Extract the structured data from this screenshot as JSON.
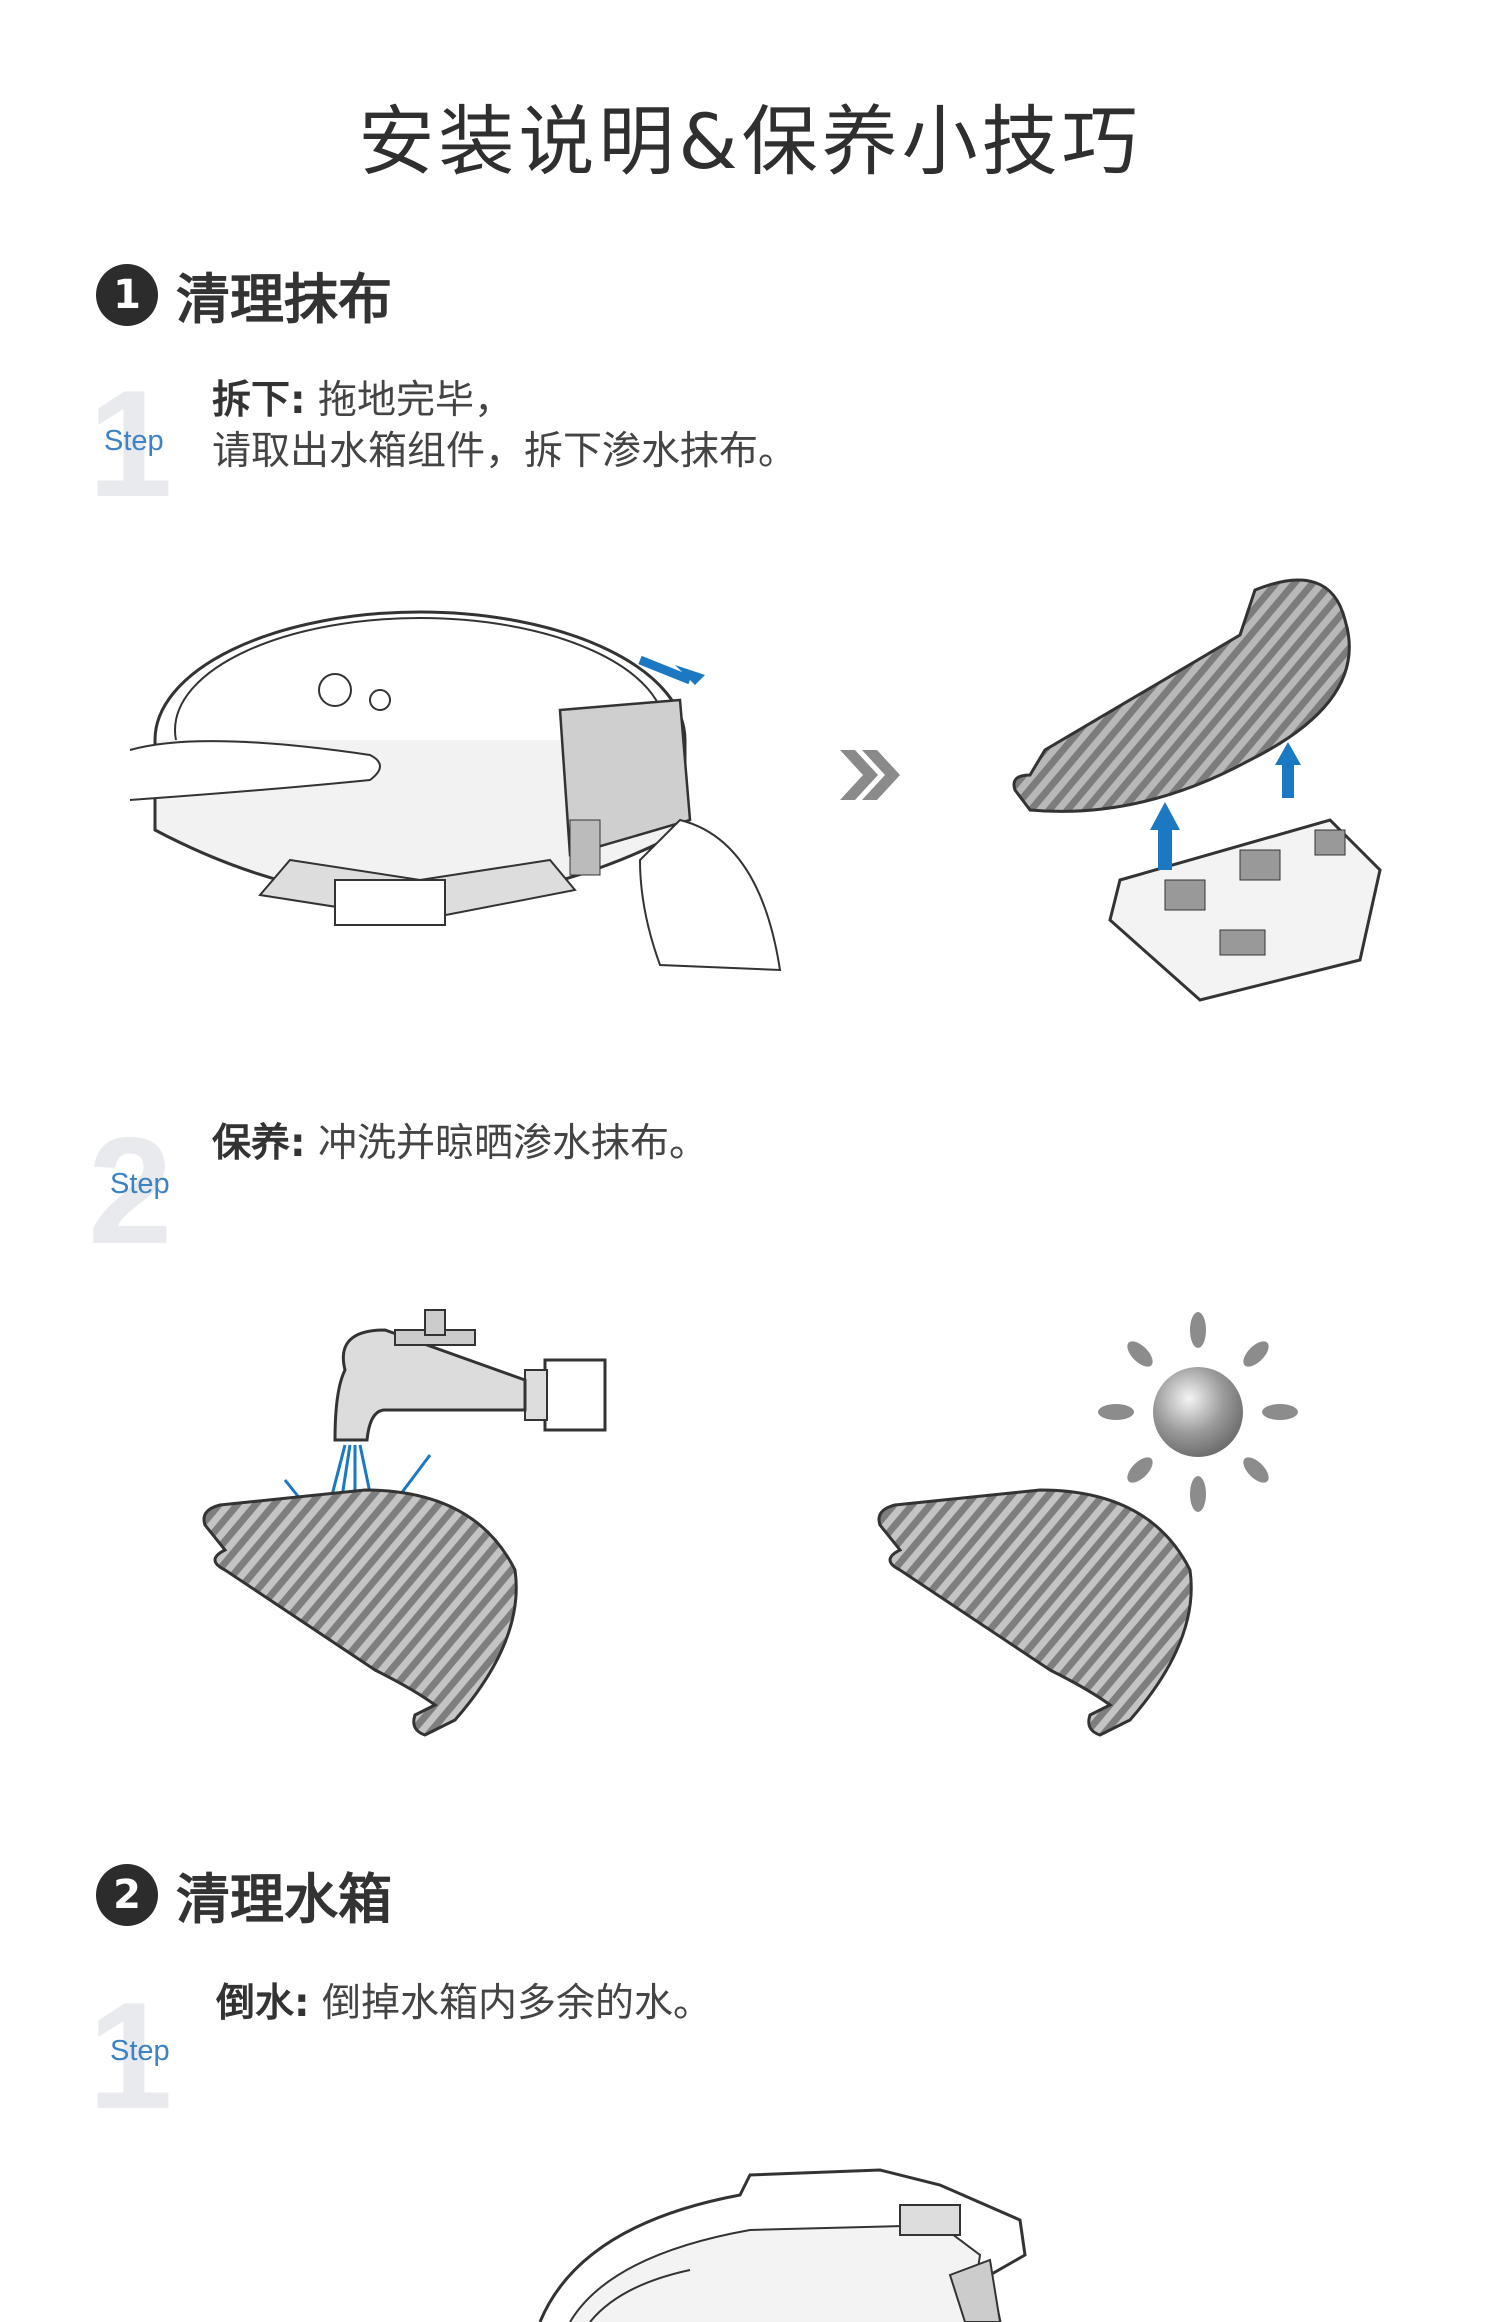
{
  "title": "安装说明&保养小技巧",
  "sections": [
    {
      "number": "1",
      "title": "清理抹布",
      "steps": [
        {
          "number": "1",
          "step_word": "Step",
          "bold": "拆下:",
          "text_line1": "拖地完毕，",
          "text_line2": "请取出水箱组件，拆下渗水抹布。"
        },
        {
          "number": "2",
          "step_word": "Step",
          "bold": "保养:",
          "text_line1": "冲洗并晾晒渗水抹布。"
        }
      ]
    },
    {
      "number": "2",
      "title": "清理水箱",
      "steps": [
        {
          "number": "1",
          "step_word": "Step",
          "bold": "倒水:",
          "text_line1": "倒掉水箱内多余的水。"
        }
      ]
    }
  ],
  "colors": {
    "accent_blue": "#1b78c2",
    "step_number_gray": "#e8eaee",
    "dark": "#2c2c2c"
  },
  "icons": [
    "next-arrows-icon",
    "sun-icon",
    "faucet-icon",
    "up-arrow-icon",
    "slide-arrow-icon"
  ]
}
